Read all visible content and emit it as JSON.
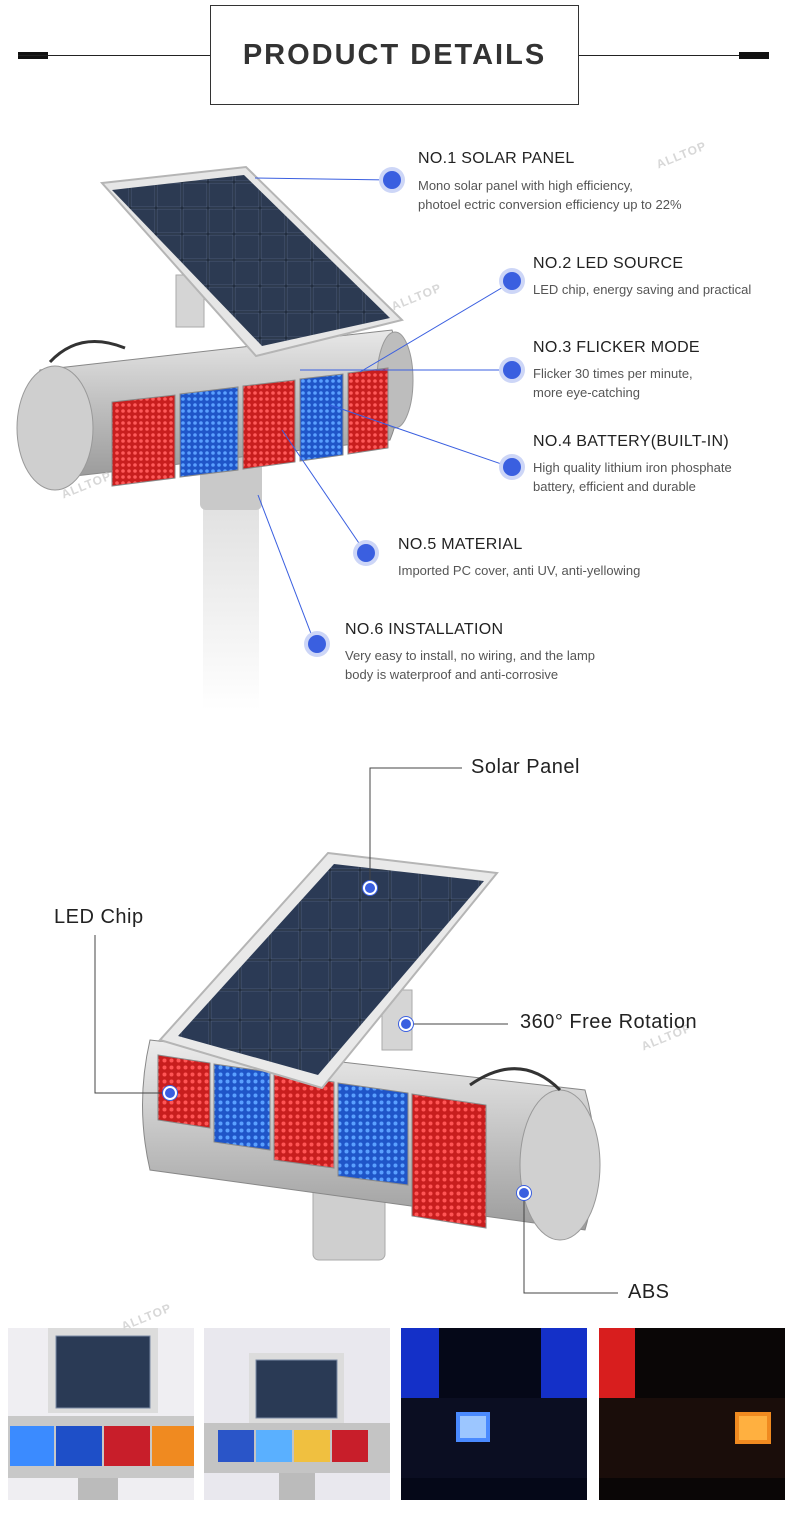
{
  "header": {
    "title": "PRODUCT DETAILS"
  },
  "features": [
    {
      "title": "NO.1 SOLAR PANEL",
      "desc": [
        "Mono solar panel with high efficiency,",
        "photoel ectric conversion efficiency up to 22%"
      ]
    },
    {
      "title": "NO.2 LED SOURCE",
      "desc": [
        "LED chip, energy saving and practical"
      ]
    },
    {
      "title": "NO.3 FLICKER MODE",
      "desc": [
        "Flicker 30 times per minute,",
        "more eye-catching"
      ]
    },
    {
      "title": "NO.4 BATTERY(BUILT-IN)",
      "desc": [
        "High quality lithium iron phosphate",
        "battery, efficient and durable"
      ]
    },
    {
      "title": "NO.5 MATERIAL",
      "desc": [
        "Imported PC cover, anti UV, anti-yellowing"
      ]
    },
    {
      "title": "NO.6 INSTALLATION",
      "desc": [
        "Very easy to install, no wiring, and the lamp",
        "body is waterproof and anti-corrosive"
      ]
    }
  ],
  "parts": {
    "solar_panel": "Solar Panel",
    "led_chip": "LED Chip",
    "rotation": "360° Free Rotation",
    "abs": "ABS"
  },
  "brand_watermark": "ALLTOP",
  "colors": {
    "accent": "#3a5fe0",
    "red_led": "#d62a2a",
    "blue_led": "#2a6ce0",
    "amber_led": "#f0a020"
  }
}
